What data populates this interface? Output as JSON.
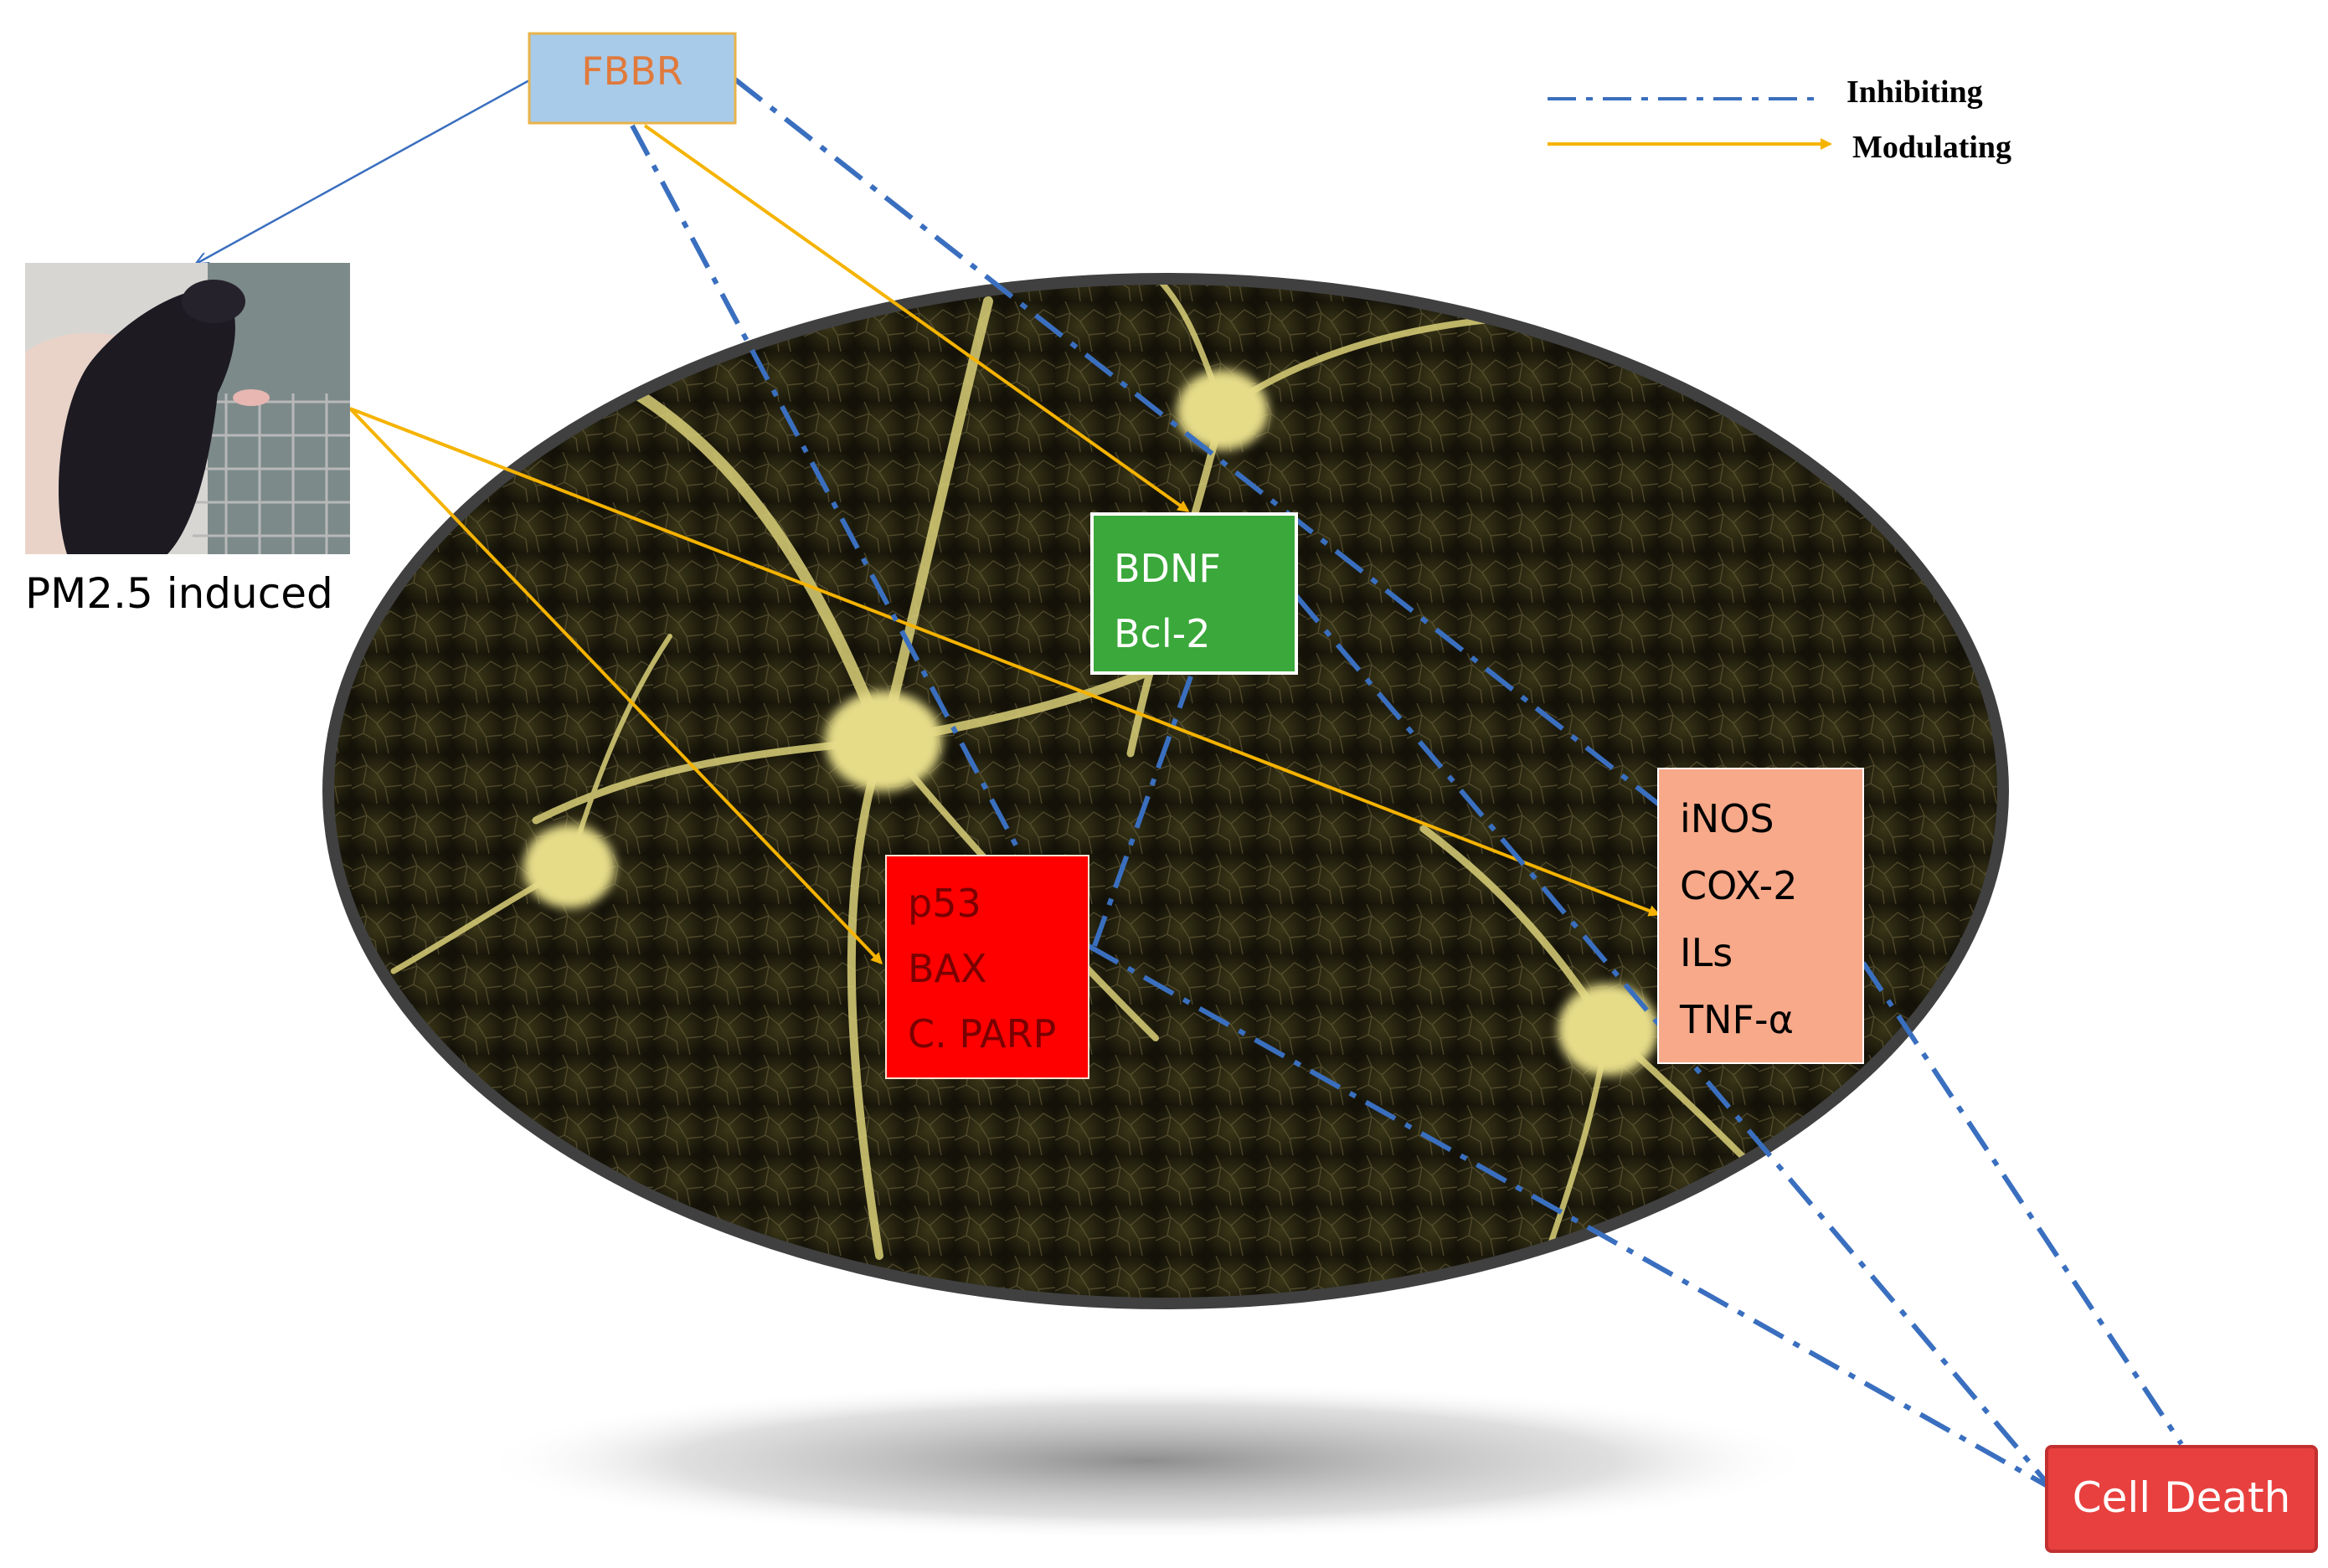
{
  "legend": {
    "inhibiting": "Inhibiting",
    "modulating": "Modulating"
  },
  "nodes": {
    "fbbr": "FBBR",
    "pm25": "PM2.5 induced",
    "bdnf_box": [
      "BDNF",
      "Bcl-2"
    ],
    "apoptosis_box": [
      "p53",
      "BAX",
      "C. PARP"
    ],
    "inflammation_box": [
      "iNOS",
      "COX-2",
      "ILs",
      "TNF-α"
    ],
    "cell_death": "Cell Death"
  },
  "colors": {
    "inhibiting": "#3a6fbf",
    "modulating": "#f5b300",
    "fbbr_fill": "#a8cbea",
    "fbbr_text": "#e07a3c",
    "bdnf_fill": "#3aa83a",
    "apoptosis_fill": "#ff0000",
    "inflammation_fill": "#f7a98a",
    "cell_death_fill": "#e8403f"
  },
  "icons": {
    "mouse_photo": "mouse-photo",
    "neuron_background": "neuron-microscopy-image"
  }
}
